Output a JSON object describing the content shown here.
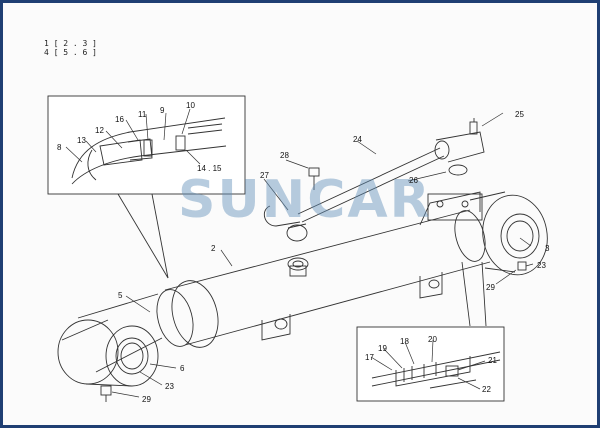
{
  "header": {
    "ref_line_1": "1 [ 2 . 3 ]",
    "ref_line_2": "4 [ 5 . 6 ]"
  },
  "watermark": {
    "text": "SUNCAR",
    "color": "#5f8fb8"
  },
  "frame_color": "#1f3f73",
  "callouts": {
    "c2": "2",
    "c3": "3",
    "c5": "5",
    "c6": "6",
    "c8": "8",
    "c9": "9",
    "c10": "10",
    "c11": "11",
    "c12": "12",
    "c13": "13",
    "c14_15": "14 . 15",
    "c16": "16",
    "c17": "17",
    "c18": "18",
    "c19": "19",
    "c20": "20",
    "c21": "21",
    "c22": "22",
    "c23_right": "23",
    "c23_left": "23",
    "c24": "24",
    "c25": "25",
    "c26": "26",
    "c27": "27",
    "c28": "28",
    "c29_right": "29",
    "c29_left": "29"
  }
}
